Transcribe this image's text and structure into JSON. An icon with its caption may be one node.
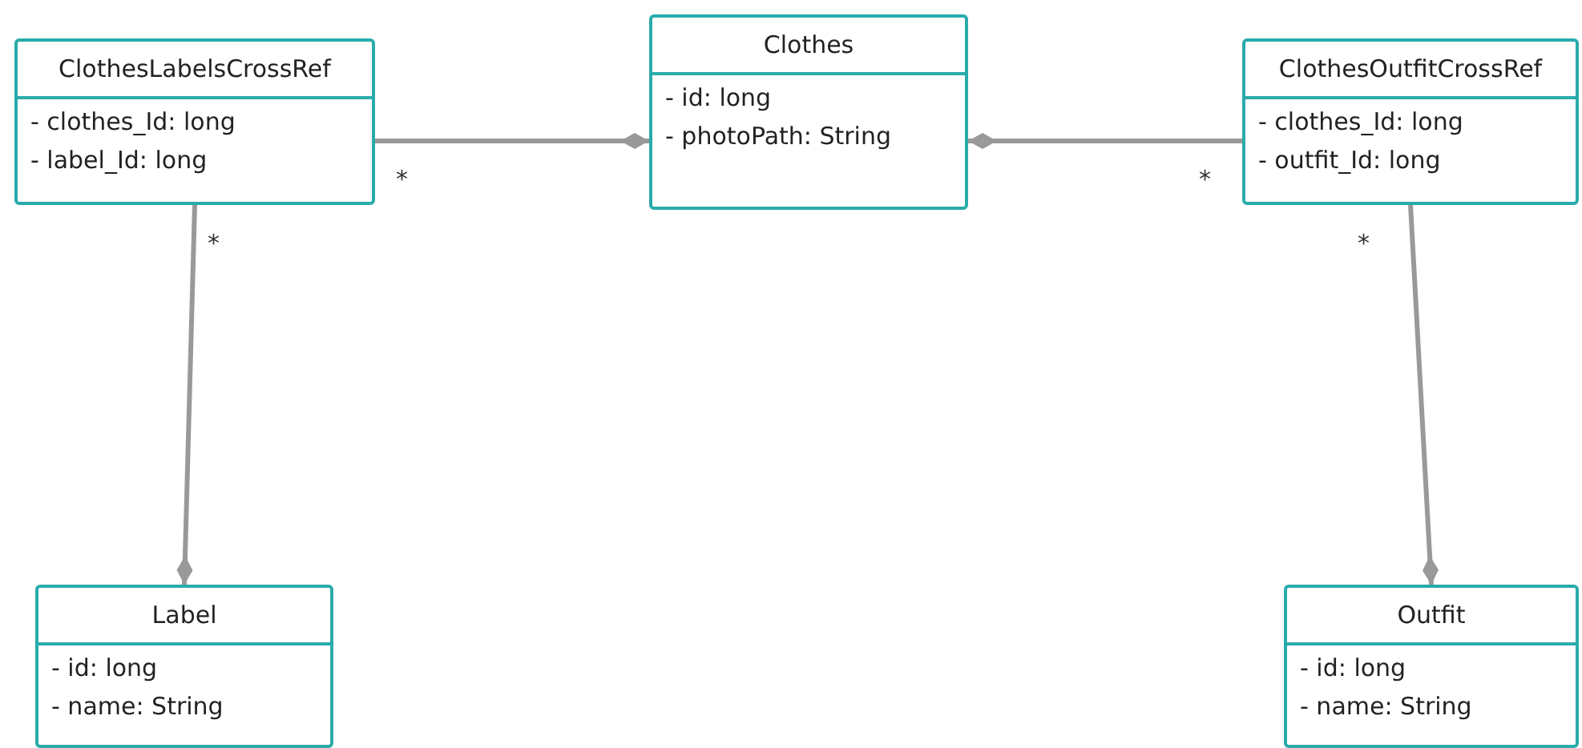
{
  "diagram": {
    "nodes": [
      {
        "text": [
          "ClothesLabelsCrossRef",
          "- clothes_Id: long",
          "- label_Id: long"
        ]
      },
      {
        "text": [
          "Clothes",
          "- id: long",
          "- photoPath: String"
        ]
      },
      {
        "text": [
          "ClothesOutfitCrossRef",
          "- clothes_Id: long",
          "- outfit_Id: long"
        ]
      },
      {
        "text": [
          "Label",
          "- id: long",
          "- name: String"
        ]
      },
      {
        "text": [
          "Outfit",
          "- id: long",
          "- name: String"
        ]
      }
    ],
    "edges": [
      {
        "from": 0,
        "to": 1,
        "arrow": "other",
        "label": "*"
      },
      {
        "from": 2,
        "to": 1,
        "arrow": "other",
        "label": "*"
      },
      {
        "from": 0,
        "to": 3,
        "arrow": "other",
        "label": "*"
      },
      {
        "from": 2,
        "to": 4,
        "arrow": "other",
        "label": "*"
      }
    ]
  }
}
